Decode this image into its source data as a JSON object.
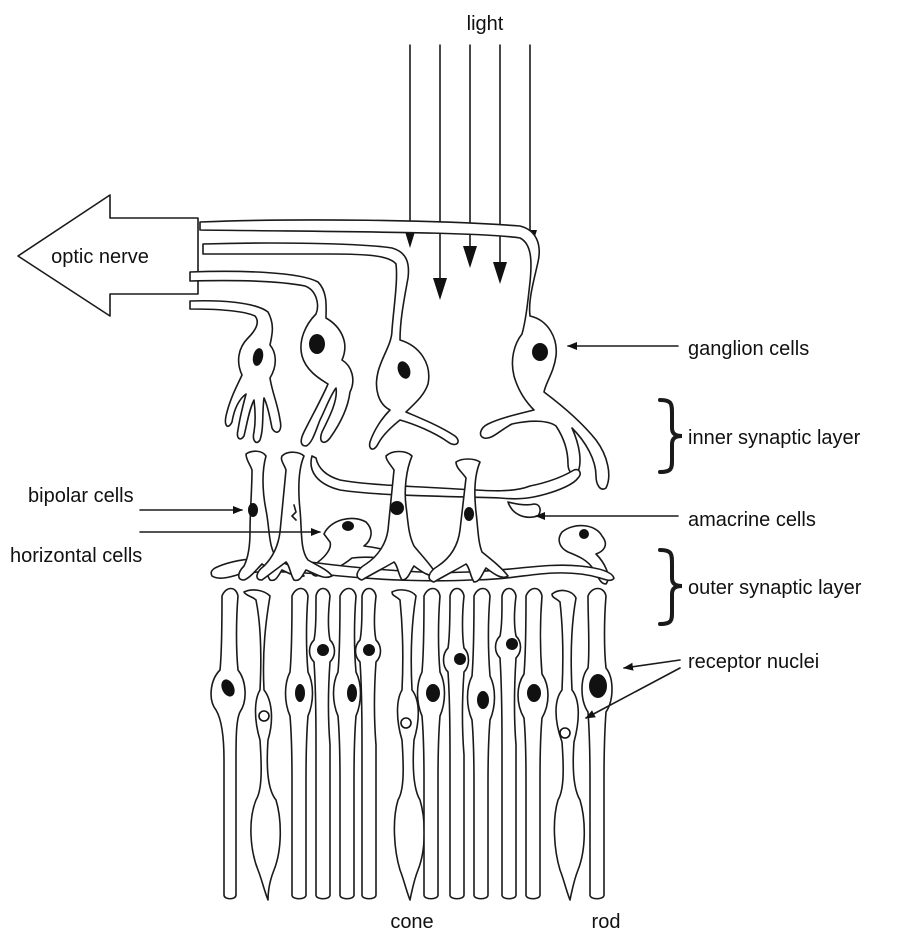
{
  "labels": {
    "light": "light",
    "optic_nerve": "optic nerve",
    "ganglion_cells": "ganglion cells",
    "inner_synaptic_layer": "inner synaptic layer",
    "bipolar_cells": "bipolar cells",
    "amacrine_cells": "amacrine cells",
    "horizontal_cells": "horizontal cells",
    "outer_synaptic_layer": "outer synaptic layer",
    "receptor_nuclei": "receptor nuclei",
    "cone": "cone",
    "rod": "rod"
  },
  "colors": {
    "ink": "#1a1a1a",
    "background": "#ffffff"
  }
}
